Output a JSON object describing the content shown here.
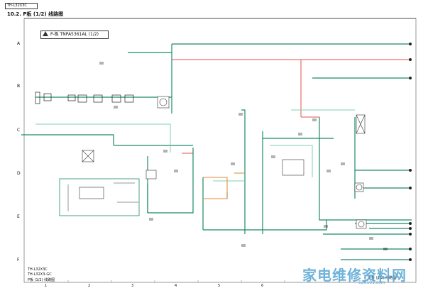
{
  "header": {
    "model_box": "TH-L32X3C",
    "title": "10.2.  P板 (1/2) 线路图",
    "note": "P-板 TNPA5361AL (1/2)"
  },
  "grid": {
    "rows": [
      "A",
      "B",
      "C",
      "D",
      "E",
      "F"
    ],
    "cols": [
      "1",
      "2",
      "3",
      "4",
      "5",
      "6"
    ]
  },
  "footer": {
    "line1": "TH-L32X3C",
    "line2": "TH-L32X3-GC",
    "line3": "P板 (1/2) 线路图"
  },
  "watermark": {
    "text": "家电维修资料网",
    "url": "520101.com",
    "page": "P板 (1/2) 线路图"
  },
  "colors": {
    "green": "#1a8a6a",
    "red": "#e05050",
    "pale": "#7fd0b0",
    "orange": "#e08a3a",
    "blue": "#4a9fd0"
  }
}
